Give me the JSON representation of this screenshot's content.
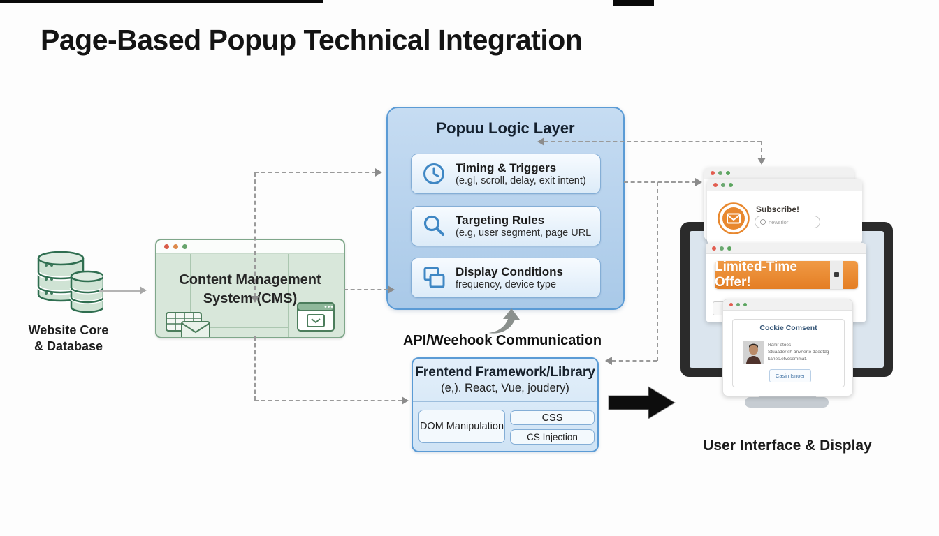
{
  "title": "Page-Based Popup Technical Integration",
  "left": {
    "db_label_1": "Website Core",
    "db_label_2": "& Database"
  },
  "cms": {
    "title_1": "Content Management",
    "title_2": "System (CMS)"
  },
  "logic": {
    "title": "Popuu Logic Layer",
    "items": [
      {
        "icon": "clock-icon",
        "title": "Timing & Triggers",
        "subtitle": "(e.gl, scroll, delay, exit intent)"
      },
      {
        "icon": "search-icon",
        "title": "Targeting Rules",
        "subtitle": "(e.g, user segment, page URL"
      },
      {
        "icon": "windows-icon",
        "title": "Display Conditions",
        "subtitle": "frequency, device type"
      }
    ]
  },
  "api_label": "API/Weehook Communication",
  "frontend": {
    "title": "Frentend Framework/Library",
    "subtitle": "(e,). React, Vue, joudery)",
    "dom_box": "DOM Manipulation",
    "css_box": "CSS",
    "injection_box": "CS Injection"
  },
  "display": {
    "caption": "User Interface & Display",
    "subscribe_popup": {
      "title": "Subscribe!",
      "input_text": "newsrior"
    },
    "offer_popup": {
      "banner": "Limited-Time Offer!"
    },
    "cookie_popup": {
      "title": "Cockie Comsent",
      "line_1": "Ranir etoes",
      "line_2": "Stuaader sh anvnerto daedtdg",
      "line_3": "kanes.etvcsemmat.",
      "button": "Casin Isnoer"
    }
  },
  "colors": {
    "accent_blue": "#5b9bd5",
    "logic_fill": "#b7d2ec",
    "green_border": "#7fa78a",
    "green_fill": "#d8e7da",
    "orange": "#e8832f",
    "dashed_gray": "#9a9a9a",
    "monitor_frame": "#2b2b2b",
    "cookie_title_blue": "#3b5a7a"
  }
}
